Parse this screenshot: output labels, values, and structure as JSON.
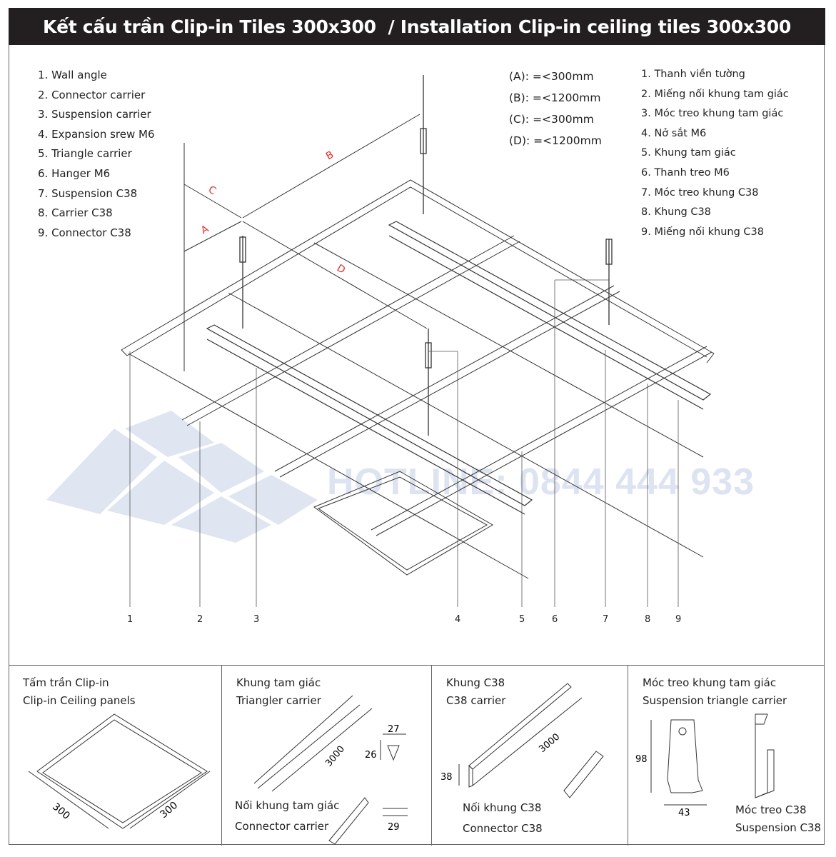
{
  "header": {
    "title": "Kết cấu trần Clip-in Tiles 300x300  / Installation Clip-in ceiling tiles 300x300"
  },
  "legend_en": [
    "1. Wall angle",
    "2. Connector carrier",
    "3. Suspension carrier",
    "4. Expansion srew M6",
    "5. Triangle carrier",
    "6. Hanger M6",
    "7. Suspension C38",
    "8. Carrier C38",
    "9. Connector C38"
  ],
  "dimensions": [
    "(A): =<300mm",
    "(B): =<1200mm",
    "(C): =<300mm",
    "(D): =<1200mm"
  ],
  "legend_vi": [
    "1. Thanh viền tường",
    "2. Miếng nối khung tam giác",
    "3. Móc treo khung tam giác",
    "4. Nở sắt M6",
    "5. Khung tam giác",
    "6. Thanh treo M6",
    "7. Móc treo khung C38",
    "8. Khung C38",
    "9. Miếng nối khung C38"
  ],
  "dim_letters": {
    "a": "A",
    "b": "B",
    "c": "C",
    "d": "D"
  },
  "callouts": [
    "1",
    "2",
    "3",
    "4",
    "5",
    "6",
    "7",
    "8",
    "9"
  ],
  "watermark": "HOTLINE: 0844 444 933",
  "colors": {
    "header_bg": "#231f20",
    "dim_letter": "#e0312b",
    "watermark": "#dde3f0"
  },
  "panels": [
    {
      "title_vi": "Tấm trần Clip-in",
      "title_en": "Clip-in Ceiling panels",
      "dims": [
        "300",
        "300"
      ]
    },
    {
      "title_vi": "Khung tam giác",
      "title_en": "Triangler carrier",
      "dims": [
        "3000",
        "27",
        "26",
        "29"
      ],
      "sub_vi": "Nối khung tam giác",
      "sub_en": "Connector carrier"
    },
    {
      "title_vi": "Khung C38",
      "title_en": "C38 carrier",
      "dims": [
        "3000",
        "38"
      ],
      "sub_vi": "Nối khung C38",
      "sub_en": "Connector C38"
    },
    {
      "title_vi": "Móc treo khung tam giác",
      "title_en": "Suspension triangle carrier",
      "dims": [
        "98",
        "43"
      ],
      "sub_vi": "Móc treo C38",
      "sub_en": "Suspension C38"
    }
  ]
}
